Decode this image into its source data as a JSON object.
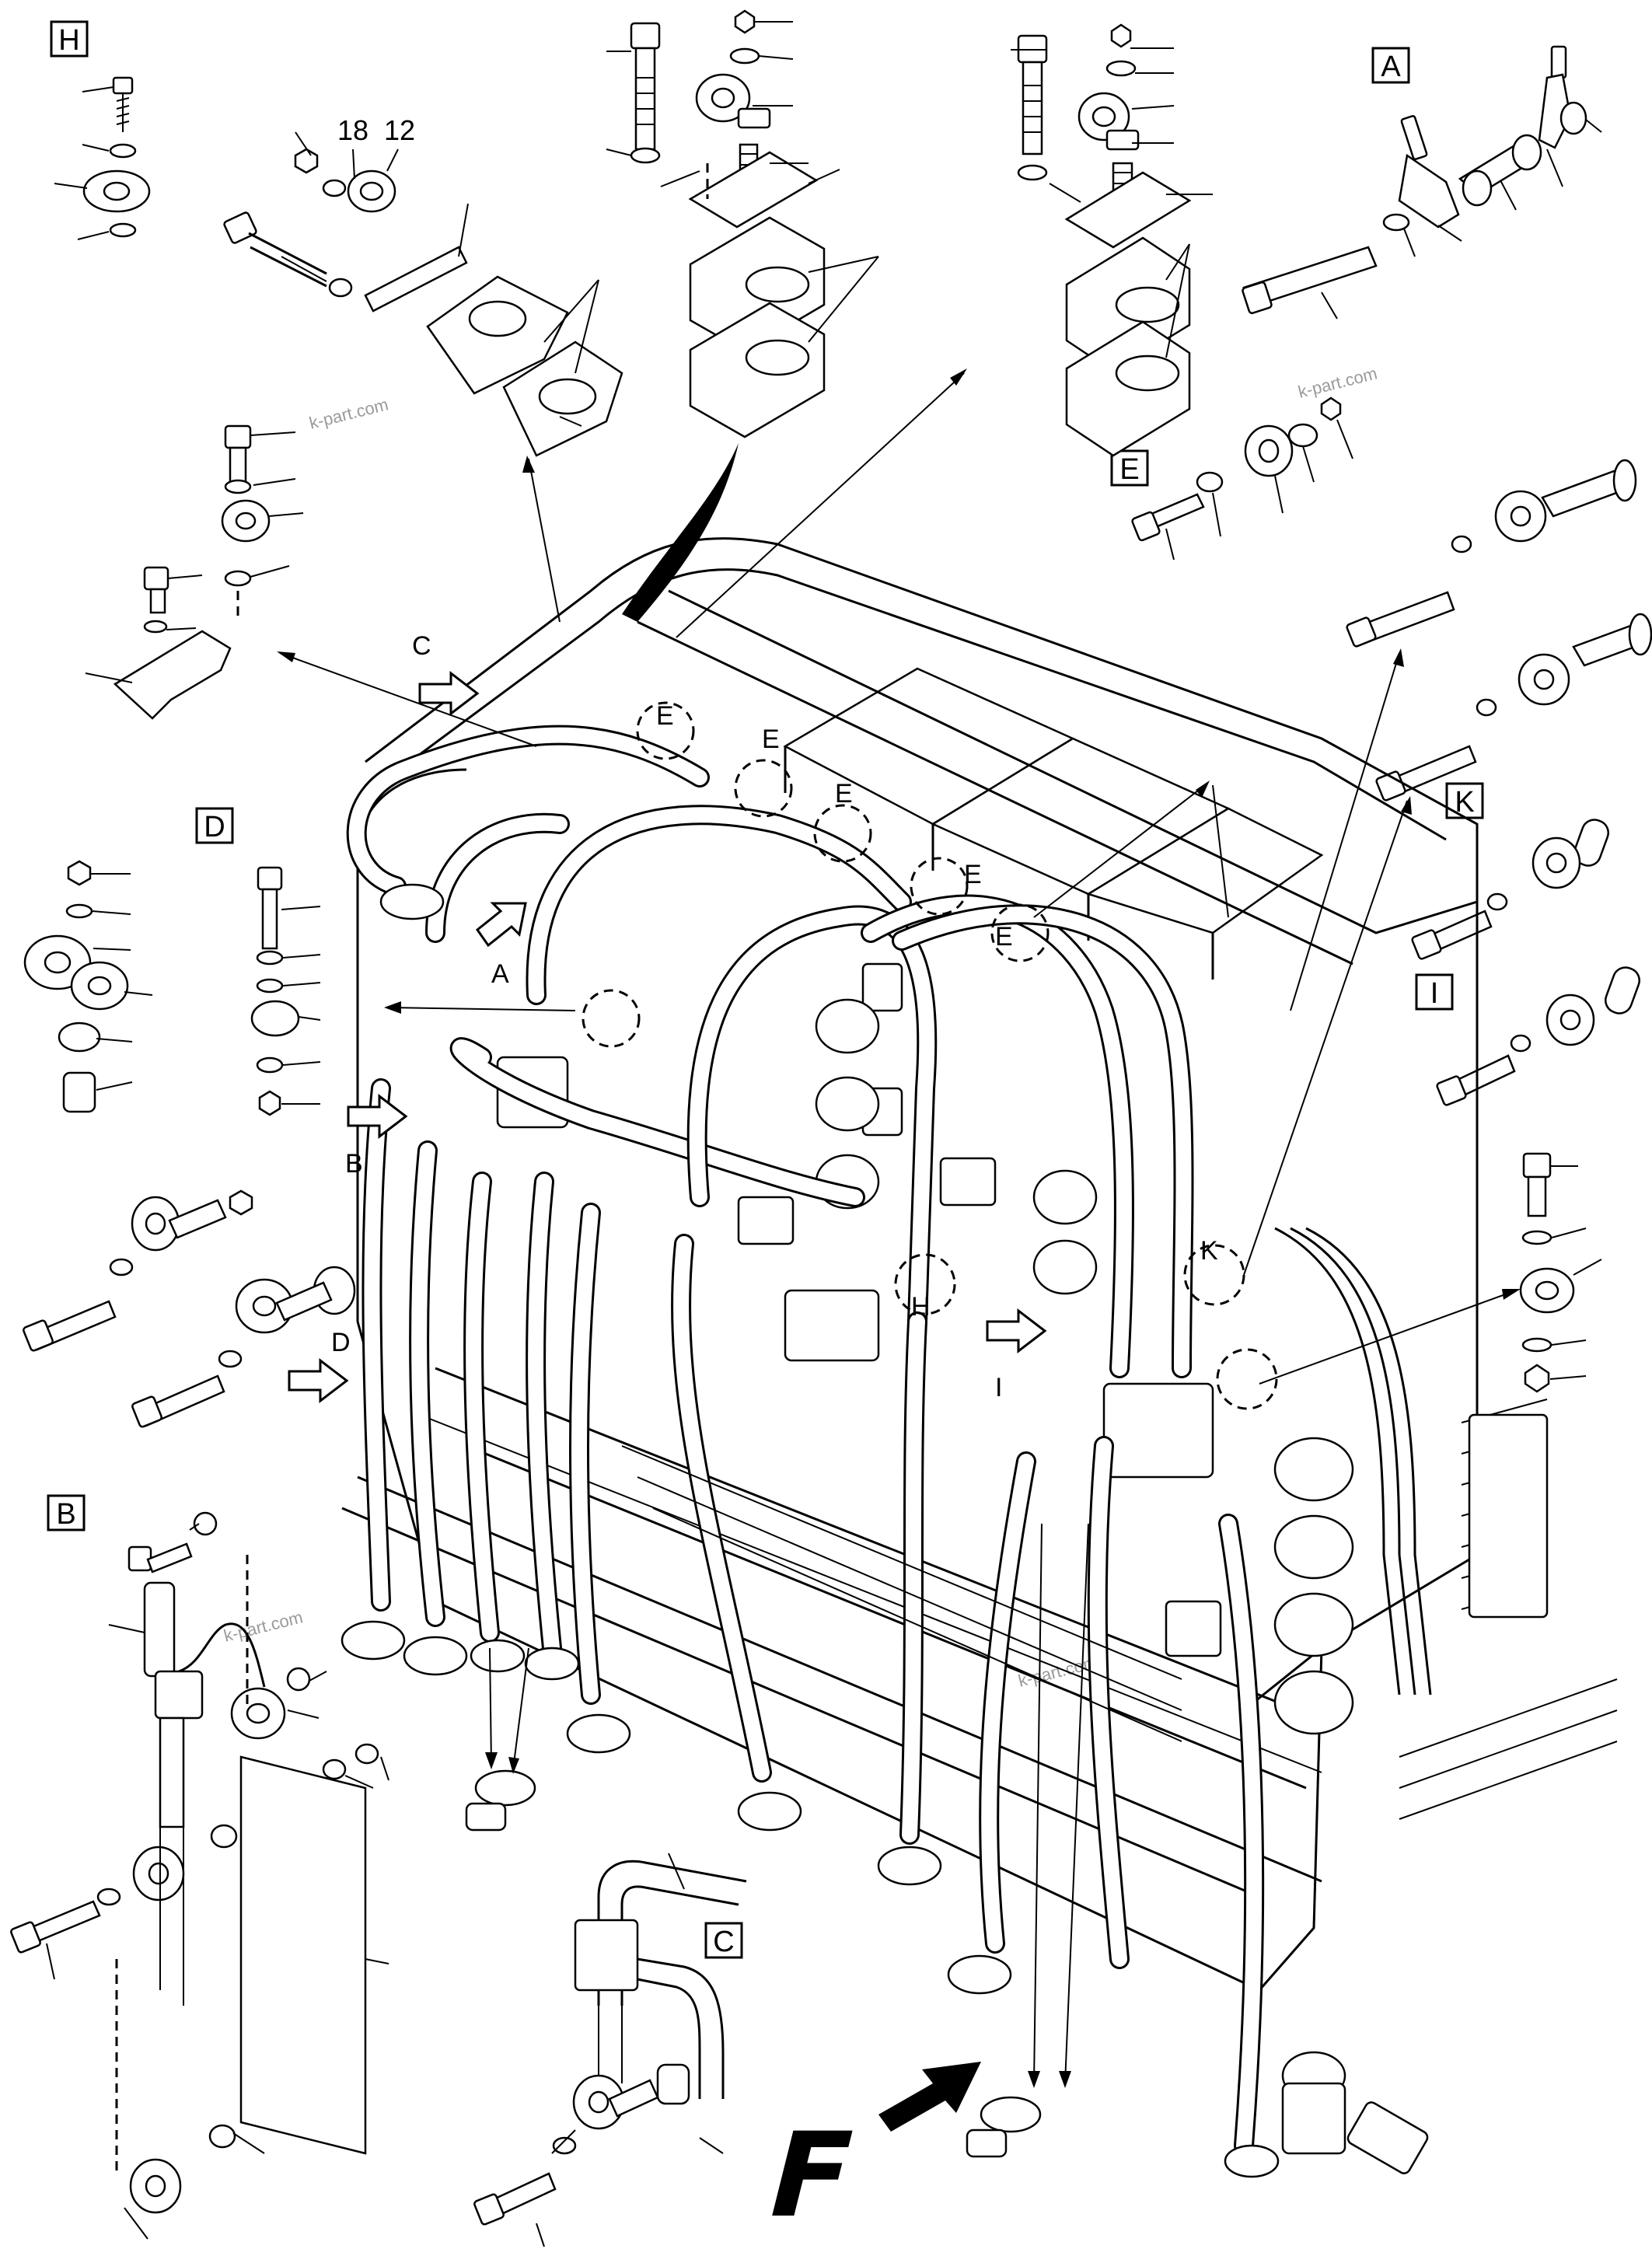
{
  "detail_labels": {
    "A": "A",
    "B": "B",
    "C": "C",
    "D": "D",
    "E": "E",
    "H": "H",
    "I": "I",
    "K": "K"
  },
  "view_arrows": {
    "A": "A",
    "B": "B",
    "C": "C",
    "D": "D",
    "I": "I"
  },
  "circle_callouts": {
    "E": "E",
    "H": "H",
    "K": "K"
  },
  "part_numbers": {
    "n18": "18",
    "n12": "12"
  },
  "watermark": "k-part.com",
  "direction_letter": "F"
}
